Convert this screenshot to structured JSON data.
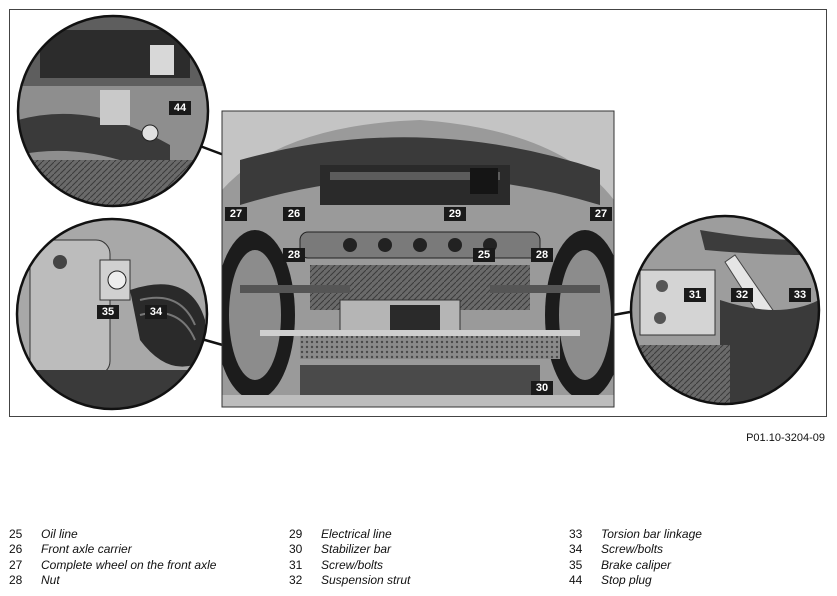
{
  "figure_reference": "P01.10-3204-09",
  "callouts": {
    "c27_left": "27",
    "c26": "26",
    "c29": "29",
    "c27_right": "27",
    "c28_left": "28",
    "c25": "25",
    "c28_right": "28",
    "c30": "30",
    "c44": "44",
    "c35": "35",
    "c34": "34",
    "c31": "31",
    "c32": "32",
    "c33": "33"
  },
  "legend": [
    [
      {
        "num": "25",
        "text": "Oil line"
      },
      {
        "num": "26",
        "text": "Front axle carrier"
      },
      {
        "num": "27",
        "text": "Complete wheel on the front axle"
      },
      {
        "num": "28",
        "text": "Nut"
      }
    ],
    [
      {
        "num": "29",
        "text": "Electrical line"
      },
      {
        "num": "30",
        "text": "Stabilizer bar"
      },
      {
        "num": "31",
        "text": "Screw/bolts"
      },
      {
        "num": "32",
        "text": "Suspension strut"
      }
    ],
    [
      {
        "num": "33",
        "text": "Torsion bar linkage"
      },
      {
        "num": "34",
        "text": "Screw/bolts"
      },
      {
        "num": "35",
        "text": "Brake caliper"
      },
      {
        "num": "44",
        "text": "Stop plug"
      }
    ]
  ]
}
